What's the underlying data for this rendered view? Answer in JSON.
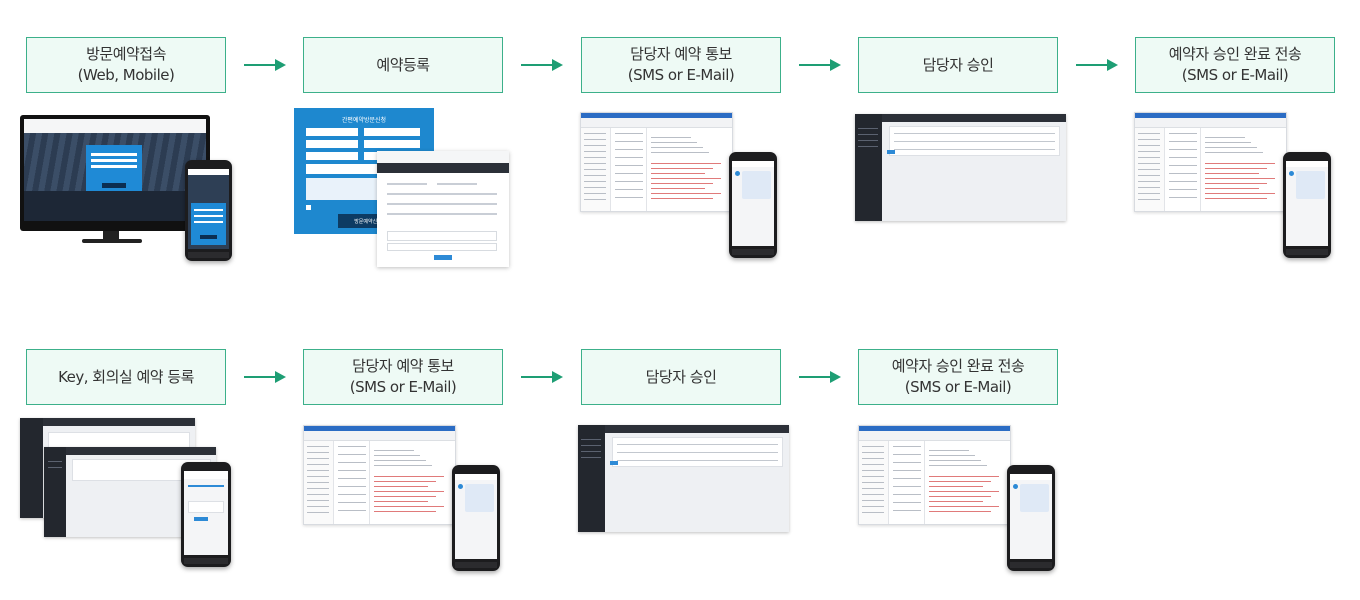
{
  "steps": {
    "s1": {
      "l1": "방문예약접속",
      "l2": "(Web, Mobile)"
    },
    "s2": {
      "l1": "예약등록"
    },
    "s3": {
      "l1": "담당자 예약 통보",
      "l2": "(SMS or E-Mail)"
    },
    "s4": {
      "l1": "담당자 승인"
    },
    "s5": {
      "l1": "예약자 승인 완료 전송",
      "l2": "(SMS or E-Mail)"
    },
    "s6": {
      "l1": "Key, 회의실 예약 등록"
    },
    "s7": {
      "l1": "담당자 예약 통보",
      "l2": "(SMS or E-Mail)"
    },
    "s8": {
      "l1": "담당자 승인"
    },
    "s9": {
      "l1": "예약자 승인 완료 전송",
      "l2": "(SMS or E-Mail)"
    }
  },
  "form": {
    "title": "간편예약방문신청",
    "submit": "방문예약신청"
  },
  "colors": {
    "box_border": "#3cb08a",
    "box_fill": "#eefaf5",
    "arrow": "#1e9e74",
    "form_blue": "#1e88cf"
  }
}
